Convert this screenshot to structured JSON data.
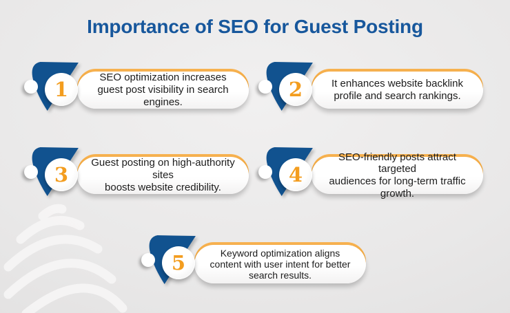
{
  "title": "Importance of SEO for Guest Posting",
  "colors": {
    "background": "#e9e8e8",
    "title_blue": "#17579c",
    "flag_blue": "#11528f",
    "accent_orange": "#ef9c22",
    "number_orange": "#f39d1f",
    "body_text": "#1c1c1c",
    "capsule_white": "#ffffff"
  },
  "items": [
    {
      "number": "1",
      "lines": [
        "SEO optimization increases",
        "guest post visibility in search engines."
      ]
    },
    {
      "number": "2",
      "lines": [
        "It enhances website backlink",
        "profile and search rankings."
      ]
    },
    {
      "number": "3",
      "lines": [
        "Guest posting on high-authority sites",
        "boosts website credibility."
      ]
    },
    {
      "number": "4",
      "lines": [
        "SEO-friendly posts attract targeted",
        "audiences for long-term traffic growth."
      ]
    },
    {
      "number": "5",
      "lines": [
        "Keyword optimization aligns",
        "content with user intent for better",
        "search results."
      ]
    }
  ],
  "decoration": {
    "watermark": "globe-swirl-bottom-left"
  }
}
